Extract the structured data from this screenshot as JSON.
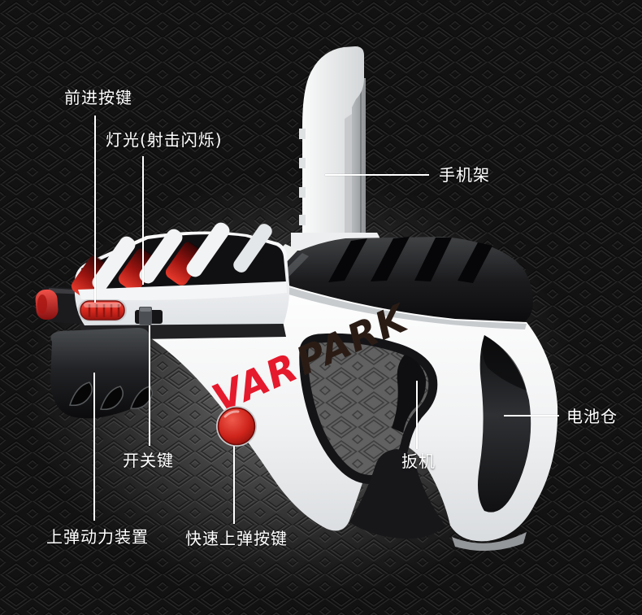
{
  "product": {
    "type": "AR game gun product annotation diagram",
    "logo": {
      "var": "VAR",
      "park": "PARK"
    }
  },
  "callouts": {
    "forward_button": {
      "label": "前进按键"
    },
    "light": {
      "label": "灯光(射击闪烁)"
    },
    "phone_holder": {
      "label": "手机架"
    },
    "battery": {
      "label": "电池仓"
    },
    "power_switch": {
      "label": "开关键"
    },
    "trigger": {
      "label": "扳机"
    },
    "loading_device": {
      "label": "上弹动力装置"
    },
    "quick_load": {
      "label": "快速上弹按键"
    }
  },
  "colors": {
    "accent_red": "#d9251d",
    "logo_red": "#e51a2c",
    "logo_dark": "#2a1c15",
    "body_white": "#f4f4f5",
    "body_black": "#17171a",
    "background_dark": "#141414"
  }
}
